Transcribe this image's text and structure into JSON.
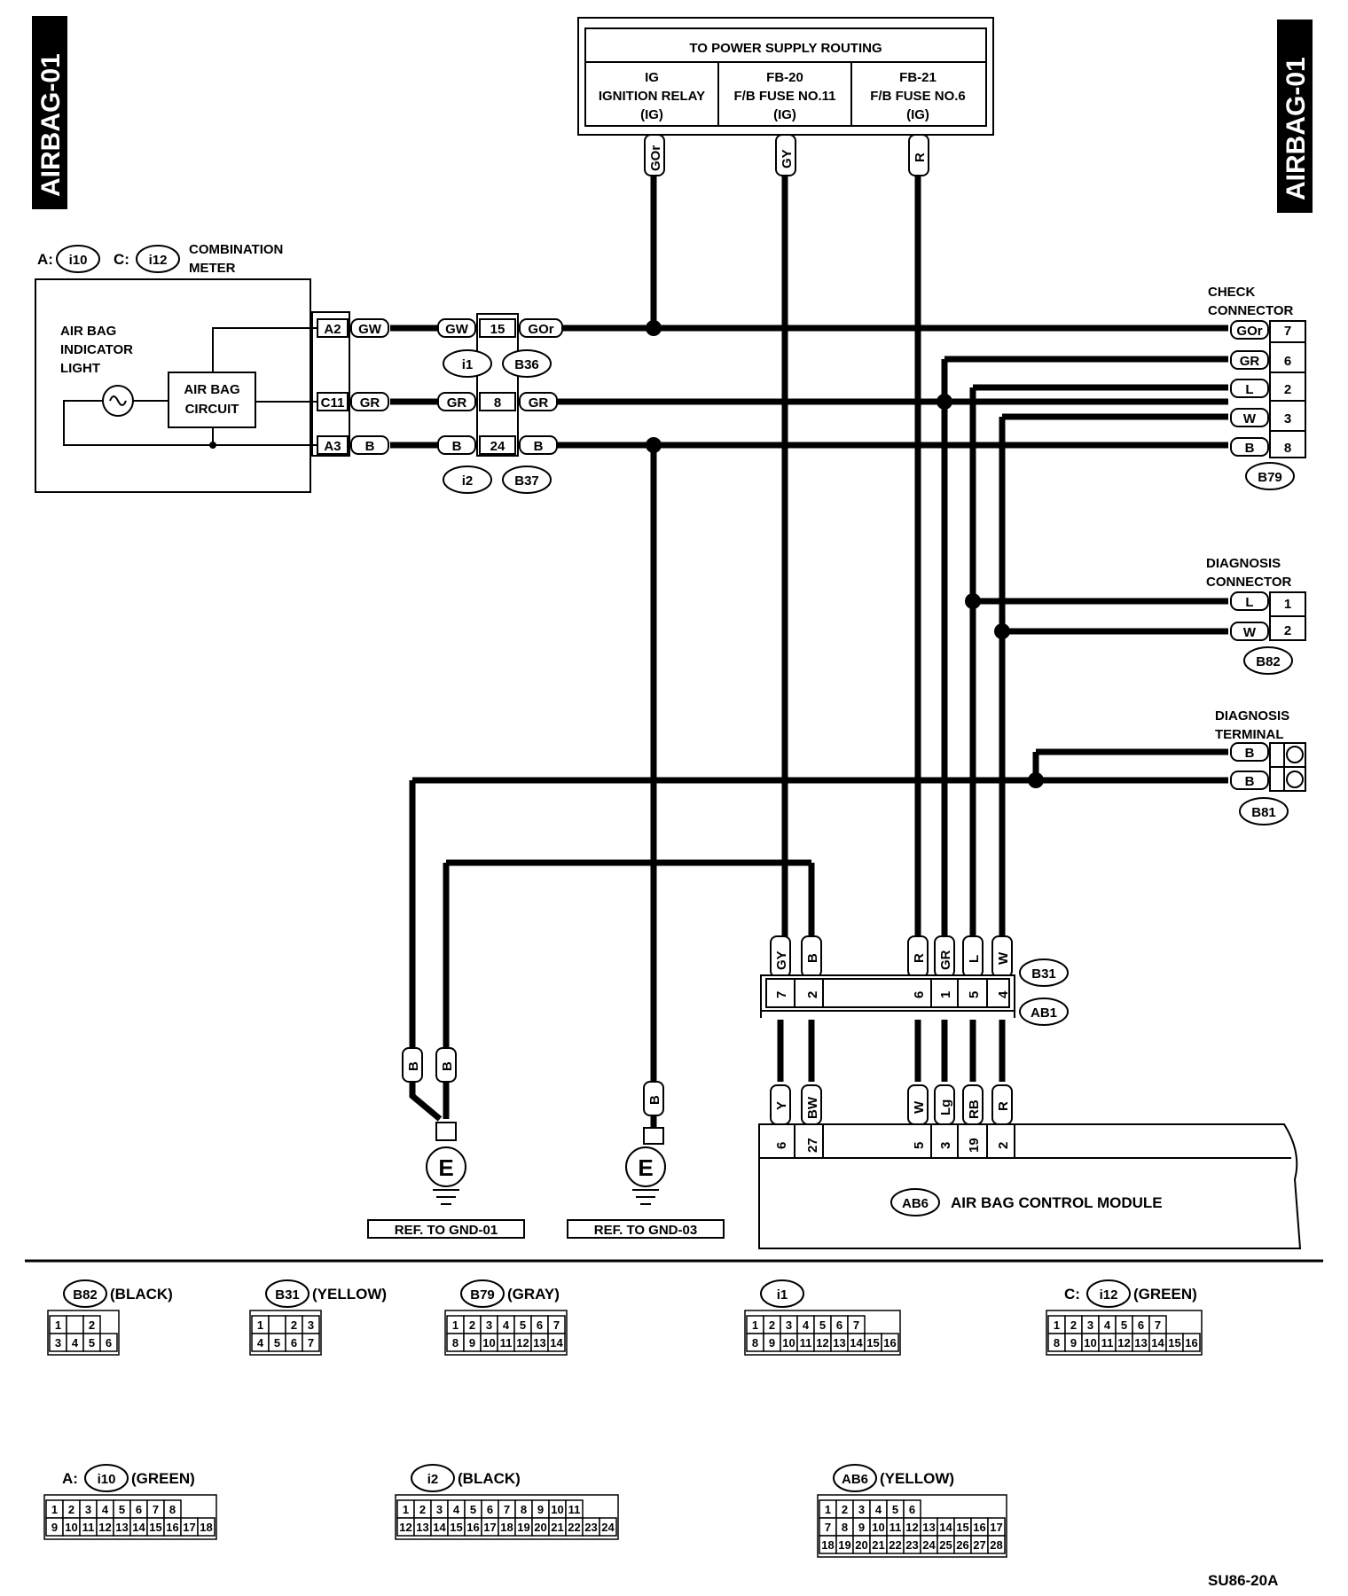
{
  "page_code": "AIRBAG-01",
  "doc_code": "SU86-20A",
  "power_supply": {
    "title": "TO POWER SUPPLY ROUTING",
    "cols": [
      {
        "l1": "IG",
        "l2": "IGNITION RELAY",
        "l3": "(IG)"
      },
      {
        "l1": "FB-20",
        "l2": "F/B FUSE NO.11",
        "l3": "(IG)"
      },
      {
        "l1": "FB-21",
        "l2": "F/B FUSE NO.6",
        "l3": "(IG)"
      }
    ],
    "wires": [
      "GOr",
      "GY",
      "R"
    ]
  },
  "combination_meter": {
    "prefix_a": "A:",
    "conn_a": "i10",
    "prefix_c": "C:",
    "conn_c": "i12",
    "title1": "COMBINATION",
    "title2": "METER",
    "indicator1": "AIR BAG",
    "indicator2": "INDICATOR",
    "indicator3": "LIGHT",
    "circuit1": "AIR BAG",
    "circuit2": "CIRCUIT",
    "pins": [
      {
        "pin": "A2",
        "color": "GW"
      },
      {
        "pin": "C11",
        "color": "GR"
      },
      {
        "pin": "A3",
        "color": "B"
      }
    ]
  },
  "inline_connectors": {
    "rows": [
      {
        "left": "GW",
        "pin": "15",
        "right": "GOr"
      },
      {
        "left": "GR",
        "pin": "8",
        "right": "GR"
      },
      {
        "left": "B",
        "pin": "24",
        "right": "B"
      }
    ],
    "i1": "i1",
    "b36": "B36",
    "i2": "i2",
    "b37": "B37"
  },
  "check_connector": {
    "title1": "CHECK",
    "title2": "CONNECTOR",
    "id": "B79",
    "pins": [
      {
        "color": "GOr",
        "pin": "7"
      },
      {
        "color": "GR",
        "pin": "6"
      },
      {
        "color": "L",
        "pin": "2"
      },
      {
        "color": "W",
        "pin": "3"
      },
      {
        "color": "B",
        "pin": "8"
      }
    ]
  },
  "diagnosis_connector": {
    "title1": "DIAGNOSIS",
    "title2": "CONNECTOR",
    "id": "B82",
    "pins": [
      {
        "color": "L",
        "pin": "1"
      },
      {
        "color": "W",
        "pin": "2"
      }
    ]
  },
  "diagnosis_terminal": {
    "title1": "DIAGNOSIS",
    "title2": "TERMINAL",
    "id": "B81",
    "pins": [
      {
        "color": "B"
      },
      {
        "color": "B"
      }
    ]
  },
  "b31_ab1": {
    "id_top": "B31",
    "id_bottom": "AB1",
    "upper": [
      {
        "color": "GY",
        "pin": "7"
      },
      {
        "color": "B",
        "pin": "2"
      },
      {
        "color": "R",
        "pin": "6"
      },
      {
        "color": "GR",
        "pin": "1"
      },
      {
        "color": "L",
        "pin": "5"
      },
      {
        "color": "W",
        "pin": "4"
      }
    ],
    "lower": [
      {
        "color": "Y",
        "pin": "6"
      },
      {
        "color": "BW",
        "pin": "27"
      },
      {
        "color": "W",
        "pin": "5"
      },
      {
        "color": "Lg",
        "pin": "3"
      },
      {
        "color": "RB",
        "pin": "19"
      },
      {
        "color": "R",
        "pin": "2"
      }
    ]
  },
  "control_module": {
    "id": "AB6",
    "label": "AIR BAG CONTROL MODULE"
  },
  "grounds": [
    {
      "label": "E",
      "wires": [
        "B",
        "B"
      ],
      "ref": "REF. TO GND-01"
    },
    {
      "label": "E",
      "wires": [
        "B"
      ],
      "ref": "REF. TO GND-03"
    }
  ],
  "connector_views": [
    {
      "id": "B82",
      "color": "(BLACK)",
      "prefix": "",
      "rows": [
        [
          "1",
          "",
          "2"
        ],
        [
          "3",
          "4",
          "5",
          "6"
        ]
      ]
    },
    {
      "id": "B31",
      "color": "(YELLOW)",
      "prefix": "",
      "rows": [
        [
          "1",
          "",
          "2",
          "3"
        ],
        [
          "4",
          "5",
          "6",
          "7"
        ]
      ]
    },
    {
      "id": "B79",
      "color": "(GRAY)",
      "prefix": "",
      "rows": [
        [
          "1",
          "2",
          "3",
          "4",
          "5",
          "6",
          "7"
        ],
        [
          "8",
          "9",
          "10",
          "11",
          "12",
          "13",
          "14"
        ]
      ]
    },
    {
      "id": "i1",
      "color": "",
      "prefix": "",
      "rows": [
        [
          "1",
          "2",
          "3",
          "4",
          "5",
          "6",
          "7"
        ],
        [
          "8",
          "9",
          "10",
          "11",
          "12",
          "13",
          "14",
          "15",
          "16"
        ]
      ]
    },
    {
      "id": "i12",
      "color": "(GREEN)",
      "prefix": "C:",
      "rows": [
        [
          "1",
          "2",
          "3",
          "4",
          "5",
          "6",
          "7"
        ],
        [
          "8",
          "9",
          "10",
          "11",
          "12",
          "13",
          "14",
          "15",
          "16"
        ]
      ]
    },
    {
      "id": "i10",
      "color": "(GREEN)",
      "prefix": "A:",
      "rows": [
        [
          "1",
          "2",
          "3",
          "4",
          "5",
          "6",
          "7",
          "8"
        ],
        [
          "9",
          "10",
          "11",
          "12",
          "13",
          "14",
          "15",
          "16",
          "17",
          "18"
        ]
      ]
    },
    {
      "id": "i2",
      "color": "(BLACK)",
      "prefix": "",
      "rows": [
        [
          "1",
          "2",
          "3",
          "4",
          "5",
          "6",
          "7",
          "8",
          "9",
          "10",
          "11"
        ],
        [
          "12",
          "13",
          "14",
          "15",
          "16",
          "17",
          "18",
          "19",
          "20",
          "21",
          "22",
          "23",
          "24"
        ]
      ]
    },
    {
      "id": "AB6",
      "color": "(YELLOW)",
      "prefix": "",
      "rows": [
        [
          "1",
          "2",
          "3",
          "4",
          "5",
          "6"
        ],
        [
          "7",
          "8",
          "9",
          "10",
          "11",
          "12",
          "13",
          "14",
          "15",
          "16",
          "17"
        ],
        [
          "18",
          "19",
          "20",
          "21",
          "22",
          "23",
          "24",
          "25",
          "26",
          "27",
          "28"
        ]
      ]
    }
  ]
}
